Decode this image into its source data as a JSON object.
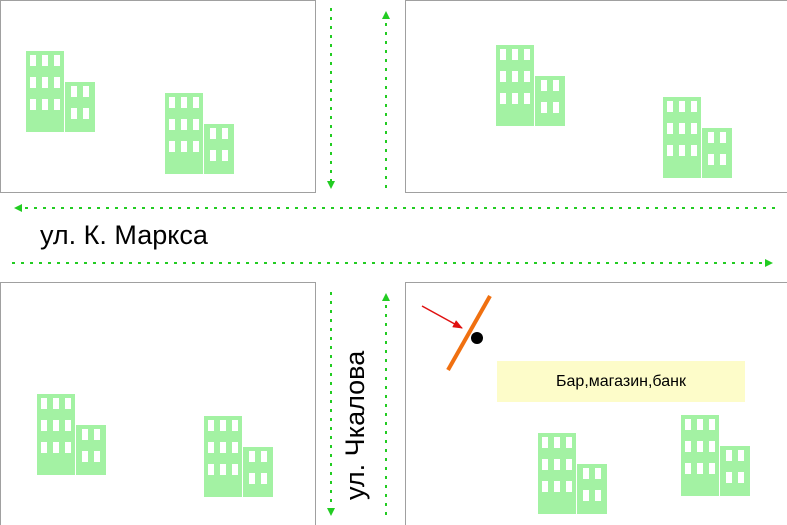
{
  "streets": {
    "horizontal": "ул. К. Маркса",
    "vertical": "ул. Чкалова"
  },
  "poi_label": "Бар,магазин,банк",
  "colors": {
    "building": "#a3f2a3",
    "arrow_dash": "#22cc22",
    "barrier": "#f07010",
    "pointer_arrow": "#e01010",
    "poi_fill": "#fdfcc9",
    "block_border": "#a0a0a0"
  }
}
